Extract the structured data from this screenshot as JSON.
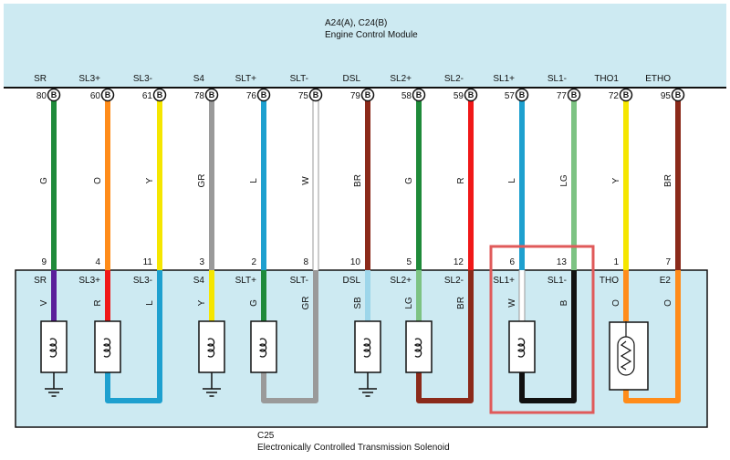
{
  "ecm": {
    "connectors": "A24(A), C24(B)",
    "name": "Engine Control Module"
  },
  "solenoid_block": {
    "connector": "C25",
    "name": "Electronically Controlled Transmission Solenoid"
  },
  "pin_badge": "B",
  "colors": {
    "G": "#1f8a3a",
    "O": "#ff8c1a",
    "Y": "#f5e600",
    "GR": "#9a9a9a",
    "L": "#1ea0cf",
    "W": "#ffffff",
    "BR": "#8b2a1a",
    "R": "#f01818",
    "LG": "#7dc383",
    "V": "#5a1e9a",
    "SB": "#9dd6ea",
    "B": "#111111",
    "module_bg": "#cdeaf2",
    "highlight": "#e05a5a"
  },
  "wires": [
    {
      "ecm_label": "SR",
      "ecm_pin": "80",
      "upper_color": "G",
      "sol_pin": "9",
      "sol_label": "SR",
      "lower_color": "V"
    },
    {
      "ecm_label": "SL3+",
      "ecm_pin": "60",
      "upper_color": "O",
      "sol_pin": "4",
      "sol_label": "SL3+",
      "lower_color": "R"
    },
    {
      "ecm_label": "SL3-",
      "ecm_pin": "61",
      "upper_color": "Y",
      "sol_pin": "11",
      "sol_label": "SL3-",
      "lower_color": "L"
    },
    {
      "ecm_label": "S4",
      "ecm_pin": "78",
      "upper_color": "GR",
      "sol_pin": "3",
      "sol_label": "S4",
      "lower_color": "Y"
    },
    {
      "ecm_label": "SLT+",
      "ecm_pin": "76",
      "upper_color": "L",
      "sol_pin": "2",
      "sol_label": "SLT+",
      "lower_color": "G"
    },
    {
      "ecm_label": "SLT-",
      "ecm_pin": "75",
      "upper_color": "W",
      "sol_pin": "8",
      "sol_label": "SLT-",
      "lower_color": "GR"
    },
    {
      "ecm_label": "DSL",
      "ecm_pin": "79",
      "upper_color": "BR",
      "sol_pin": "10",
      "sol_label": "DSL",
      "lower_color": "SB"
    },
    {
      "ecm_label": "SL2+",
      "ecm_pin": "58",
      "upper_color": "G",
      "sol_pin": "5",
      "sol_label": "SL2+",
      "lower_color": "LG"
    },
    {
      "ecm_label": "SL2-",
      "ecm_pin": "59",
      "upper_color": "R",
      "sol_pin": "12",
      "sol_label": "SL2-",
      "lower_color": "BR"
    },
    {
      "ecm_label": "SL1+",
      "ecm_pin": "57",
      "upper_color": "L",
      "sol_pin": "6",
      "sol_label": "SL1+",
      "lower_color": "W"
    },
    {
      "ecm_label": "SL1-",
      "ecm_pin": "77",
      "upper_color": "LG",
      "sol_pin": "13",
      "sol_label": "SL1-",
      "lower_color": "B"
    },
    {
      "ecm_label": "THO1",
      "ecm_pin": "72",
      "upper_color": "Y",
      "sol_pin": "1",
      "sol_label": "THO",
      "lower_color": "O"
    },
    {
      "ecm_label": "ETHO",
      "ecm_pin": "95",
      "upper_color": "BR",
      "sol_pin": "7",
      "sol_label": "E2",
      "lower_color": "O"
    }
  ]
}
